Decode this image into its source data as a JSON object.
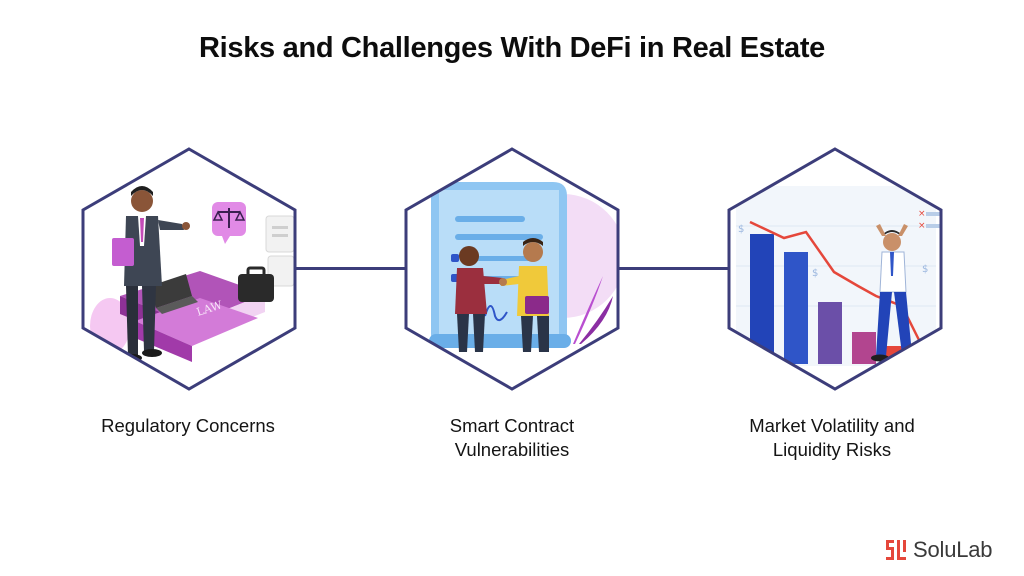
{
  "title": "Risks and Challenges With DeFi in Real Estate",
  "items": [
    {
      "label_lines": [
        "Regulatory Concerns"
      ],
      "icon": "lawyer-law-book-icon"
    },
    {
      "label_lines": [
        "Smart Contract",
        "Vulnerabilities"
      ],
      "icon": "handshake-contract-icon"
    },
    {
      "label_lines": [
        "Market Volatility and",
        "Liquidity Risks"
      ],
      "icon": "falling-chart-icon"
    }
  ],
  "brand": {
    "name": "SoluLab",
    "icon": "solulab-logo-icon"
  },
  "colors": {
    "hex_border": "#3c3d7a",
    "accent_pink": "#e18ae6",
    "accent_blue": "#2f55c8",
    "accent_purple": "#6b4fa8",
    "accent_red": "#e5473b",
    "brand_red": "#e5473b"
  }
}
